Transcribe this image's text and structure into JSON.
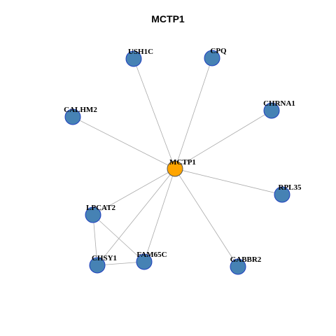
{
  "title": "MCTP1",
  "colors": {
    "center_fill": "#FFA500",
    "neighbor_fill": "#4682B4",
    "node_stroke": "#1f3fbf",
    "edge": "#aaaaaa"
  },
  "nodes": [
    {
      "id": "MCTP1",
      "label": "MCTP1",
      "role": "center"
    },
    {
      "id": "USH1C",
      "label": "USH1C",
      "role": "neighbor"
    },
    {
      "id": "CPQ",
      "label": "CPQ",
      "role": "neighbor"
    },
    {
      "id": "CALHM2",
      "label": "CALHM2",
      "role": "neighbor"
    },
    {
      "id": "CHRNA1",
      "label": "CHRNA1",
      "role": "neighbor"
    },
    {
      "id": "RPL35",
      "label": "RPL35",
      "role": "neighbor"
    },
    {
      "id": "LPCAT2",
      "label": "LPCAT2",
      "role": "neighbor"
    },
    {
      "id": "CHSY1",
      "label": "CHSY1",
      "role": "neighbor"
    },
    {
      "id": "FAM65C",
      "label": "FAM65C",
      "role": "neighbor"
    },
    {
      "id": "GABBR2",
      "label": "GABBR2",
      "role": "neighbor"
    }
  ],
  "edges": [
    [
      "MCTP1",
      "USH1C"
    ],
    [
      "MCTP1",
      "CPQ"
    ],
    [
      "MCTP1",
      "CALHM2"
    ],
    [
      "MCTP1",
      "CHRNA1"
    ],
    [
      "MCTP1",
      "RPL35"
    ],
    [
      "MCTP1",
      "LPCAT2"
    ],
    [
      "MCTP1",
      "CHSY1"
    ],
    [
      "MCTP1",
      "FAM65C"
    ],
    [
      "MCTP1",
      "GABBR2"
    ],
    [
      "LPCAT2",
      "CHSY1"
    ],
    [
      "LPCAT2",
      "FAM65C"
    ],
    [
      "CHSY1",
      "FAM65C"
    ]
  ]
}
